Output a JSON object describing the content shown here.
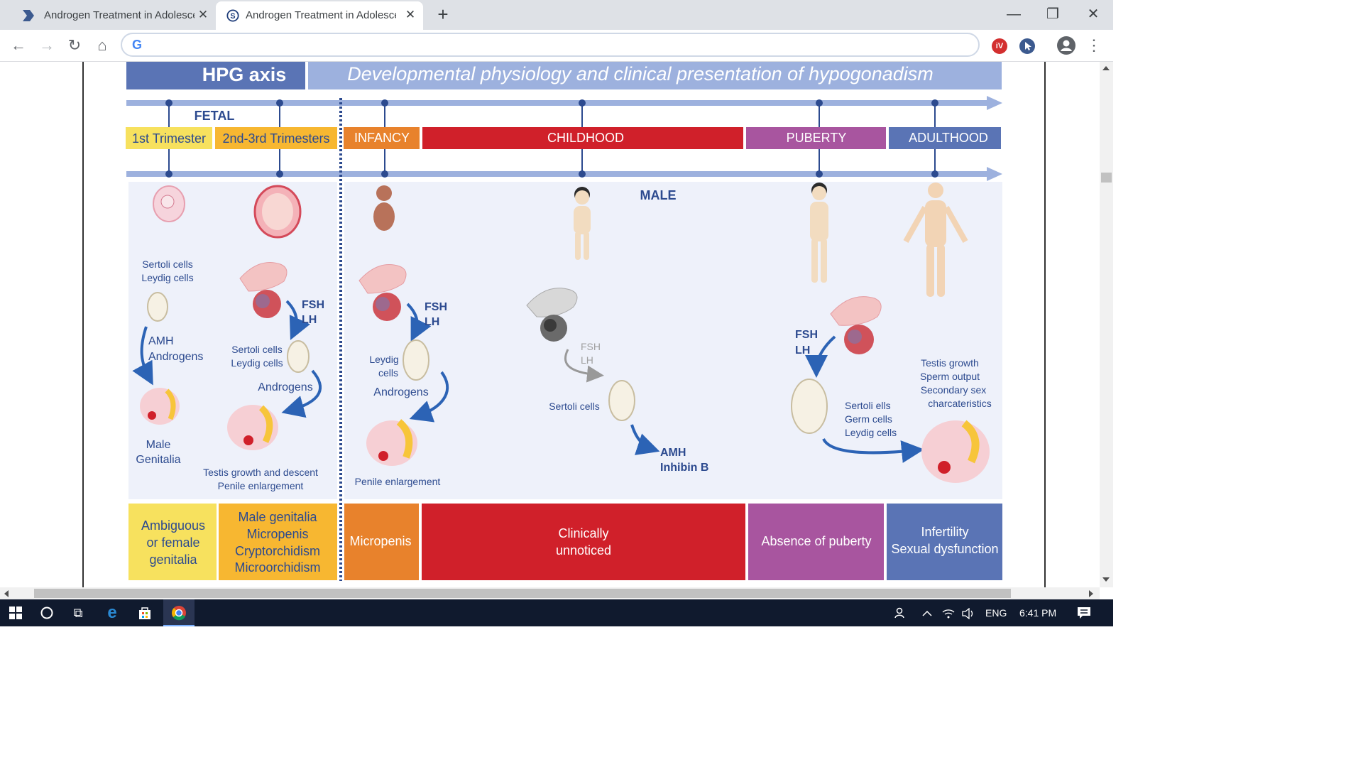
{
  "browser": {
    "tabs": [
      {
        "title": "Androgen Treatment in Adolesce",
        "close": "✕"
      },
      {
        "title": "Androgen Treatment in Adolesce",
        "close": "✕"
      }
    ],
    "new_tab": "+",
    "window_controls": {
      "minimize": "—",
      "restore": "❐",
      "close": "✕"
    },
    "nav": {
      "back": "←",
      "forward": "→",
      "reload": "↻",
      "home": "⌂"
    },
    "omnibox": {
      "icon": "G",
      "value": ""
    },
    "extensions": [
      "iV"
    ],
    "menu": "⋮"
  },
  "figure": {
    "header_left": "HPG axis",
    "header_right": "Developmental physiology and  clinical presentation of hypogonadism",
    "fetal_label": "FETAL",
    "stages": [
      {
        "label": "1st Trimester",
        "color": "#f7e15e"
      },
      {
        "label": "2nd-3rd Trimesters",
        "color": "#f7b731"
      },
      {
        "label": "INFANCY",
        "color": "#e8822c"
      },
      {
        "label": "CHILDHOOD",
        "color": "#d0202a"
      },
      {
        "label": "PUBERTY",
        "color": "#a8559f"
      },
      {
        "label": "ADULTHOOD",
        "color": "#5a74b5"
      }
    ],
    "sex_label": "MALE",
    "col1": {
      "cells": [
        "Sertoli cells",
        "Leydig cells"
      ],
      "hormones": [
        "AMH",
        "Androgens"
      ],
      "outcome": [
        "Male",
        "Genitalia"
      ]
    },
    "col2": {
      "signal": [
        "FSH",
        "LH"
      ],
      "cells": [
        "Sertoli cells",
        "Leydig cells"
      ],
      "hormone": "Androgens",
      "outcome": [
        "Testis growth and descent",
        "Penile enlargement"
      ]
    },
    "col3": {
      "signal": [
        "FSH",
        "LH"
      ],
      "cells": [
        "Leydig",
        "cells"
      ],
      "hormone": "Androgens",
      "outcome": "Penile enlargement"
    },
    "col4": {
      "signal": [
        "FSH",
        "LH"
      ],
      "cells": "Sertoli cells",
      "hormones": [
        "AMH",
        "Inhibin B"
      ]
    },
    "col5": {
      "signal": [
        "FSH",
        "LH"
      ],
      "cells": [
        "Sertoli ells",
        "Germ cells",
        "Leydig cells"
      ],
      "outcome": [
        "Testis growth",
        "Sperm output",
        "Secondary  sex",
        "charcateristics"
      ]
    },
    "bottom": [
      {
        "lines": [
          "Ambiguous",
          "or female",
          "genitalia"
        ],
        "color": "#f7e15e",
        "text": "#2c4a8f"
      },
      {
        "lines": [
          "Male genitalia",
          "Micropenis",
          "Cryptorchidism",
          "Microorchidism"
        ],
        "color": "#f7b731",
        "text": "#2c4a8f"
      },
      {
        "lines": [
          "Micropenis"
        ],
        "color": "#e8822c",
        "text": "#ffffff"
      },
      {
        "lines": [
          "Clinically",
          "unnoticed"
        ],
        "color": "#d0202a",
        "text": "#ffffff"
      },
      {
        "lines": [
          "Absence of puberty"
        ],
        "color": "#a8559f",
        "text": "#ffffff"
      },
      {
        "lines": [
          "Infertility",
          "Sexual dysfunction"
        ],
        "color": "#5a74b5",
        "text": "#ffffff"
      }
    ],
    "colors": {
      "header_left_bg": "#5a74b5",
      "header_right_bg": "#9db1de",
      "axis": "#9db1de",
      "tick": "#2c4a8f",
      "panel_bg": "#eef1fa",
      "label_text": "#2c4a8f"
    }
  },
  "taskbar": {
    "start": "⊞",
    "search": "○",
    "task_view": "⧉",
    "edge": "e",
    "store": "🛍",
    "tray_people": "👤",
    "tray_chevron": "^",
    "wifi": "◠",
    "volume": "🔊",
    "lang": "ENG",
    "time": "6:41 PM",
    "notifications": "🗨"
  }
}
